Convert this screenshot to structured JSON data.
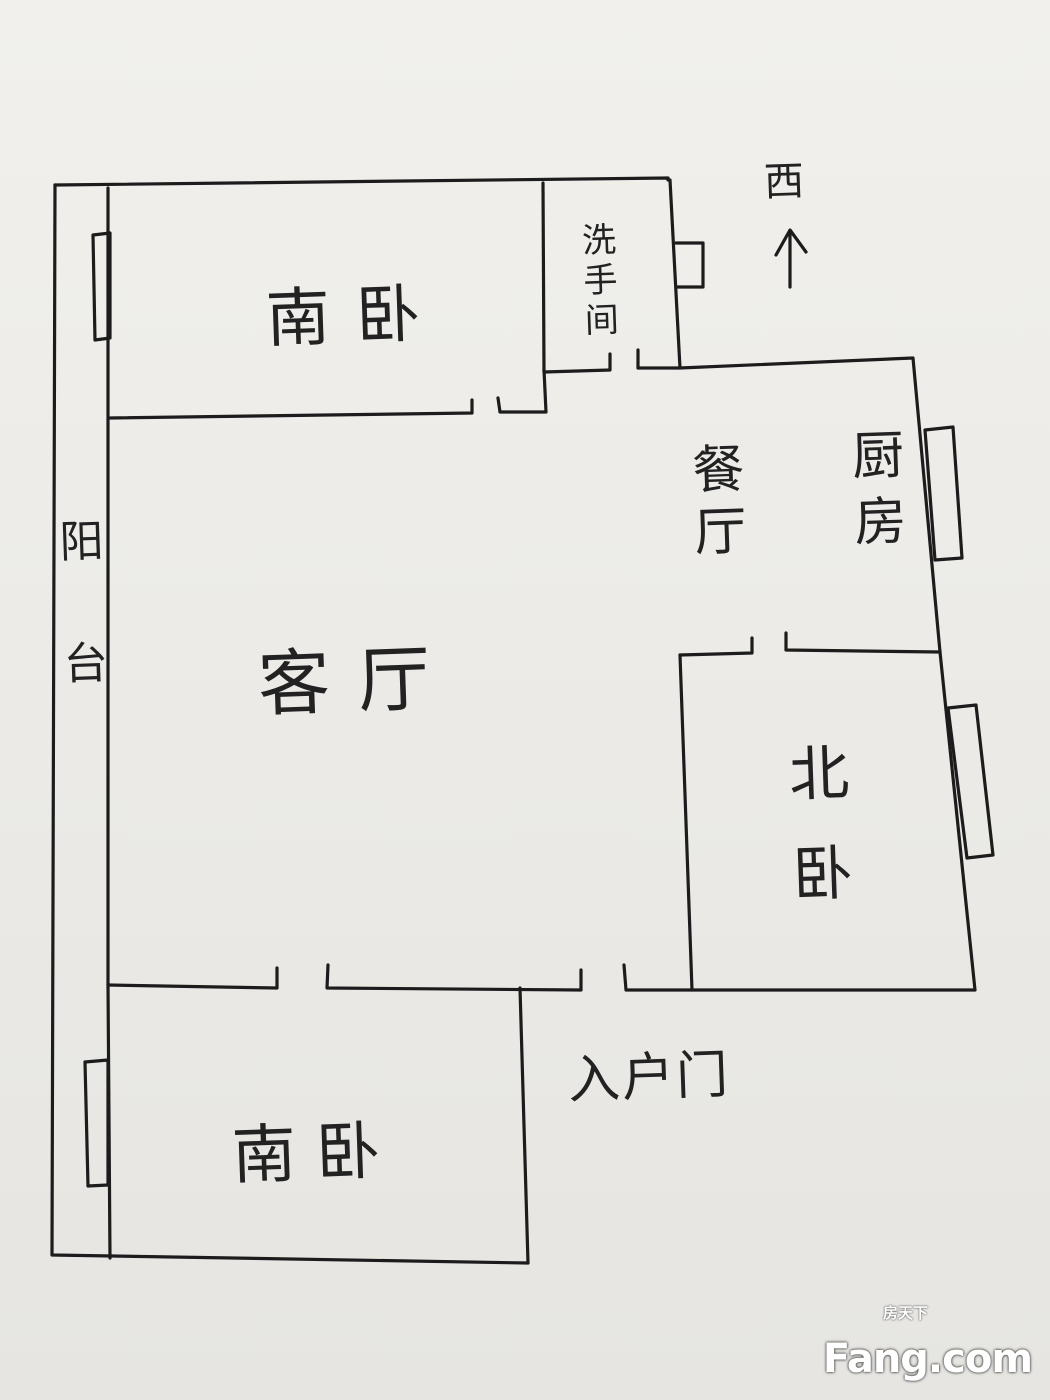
{
  "floorplan": {
    "direction_label": "西",
    "rooms": {
      "north_bedroom_top": "南卧",
      "bathroom": "洗手间",
      "dining": "餐厅",
      "kitchen": "厨房",
      "living_room": "客厅",
      "balcony": "阳台",
      "north_bedroom_right": "北卧",
      "entrance": "入户门",
      "south_bedroom_bottom": "南卧"
    }
  },
  "watermark": {
    "cn_text": "房天下",
    "en_text": "Fang.com"
  }
}
